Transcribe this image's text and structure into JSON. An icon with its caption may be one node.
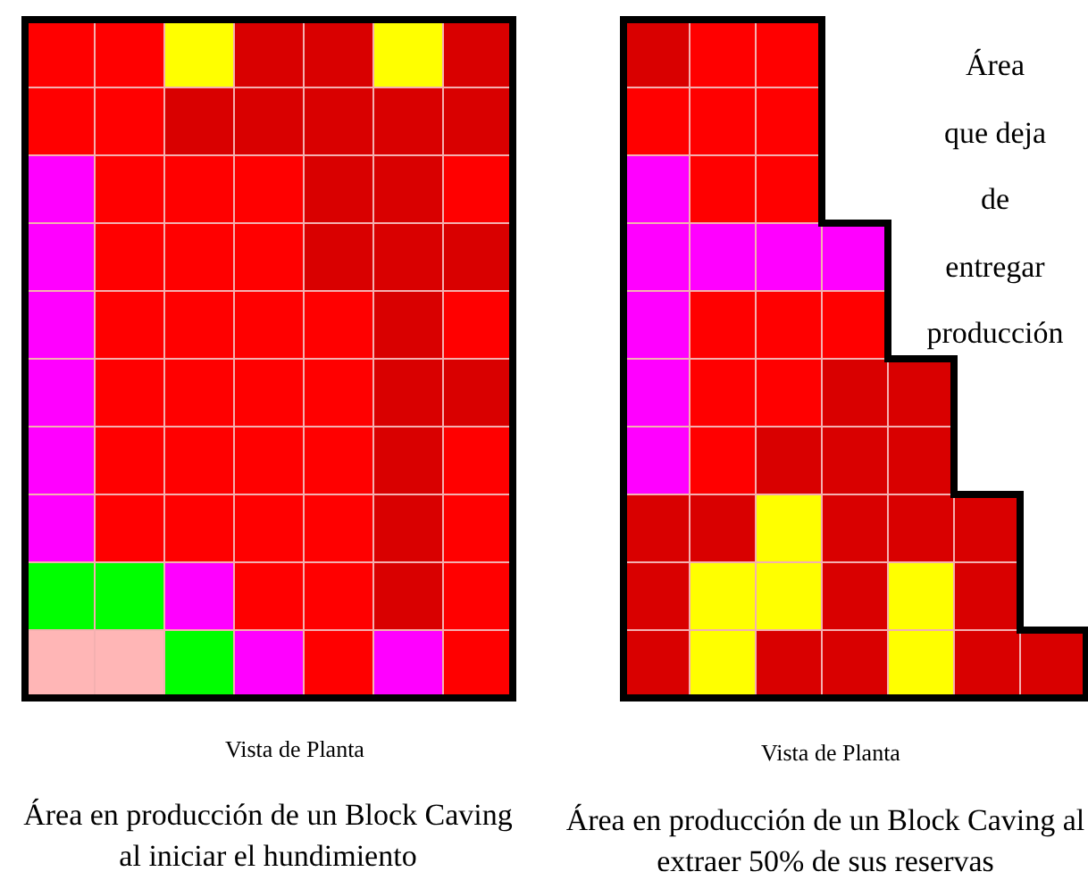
{
  "diagram": {
    "labels": [
      "Área que deja de entregar producción",
      "Vista de Planta",
      "Vista de Planta",
      "Área en producción de un Block Caving al iniciar el hundimiento",
      "Área en producción de un Block Caving al extraer 50% de sus reservas"
    ]
  }
}
